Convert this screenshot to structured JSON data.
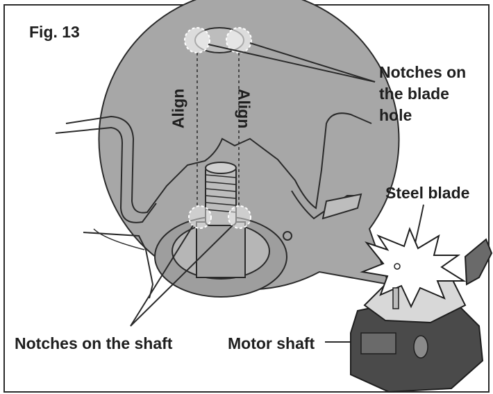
{
  "figure": {
    "title": "Fig. 13",
    "labels": {
      "blade_hole_notches": [
        "Notches on",
        "the blade",
        "hole"
      ],
      "steel_blade": "Steel blade",
      "shaft_notches": "Notches on the shaft",
      "motor_shaft": "Motor shaft",
      "align_left": "Align",
      "align_right": "Align"
    },
    "colors": {
      "disc_fill": "#a7a7a7",
      "border": "#2a2a2a",
      "text": "#1e1e1e"
    }
  }
}
